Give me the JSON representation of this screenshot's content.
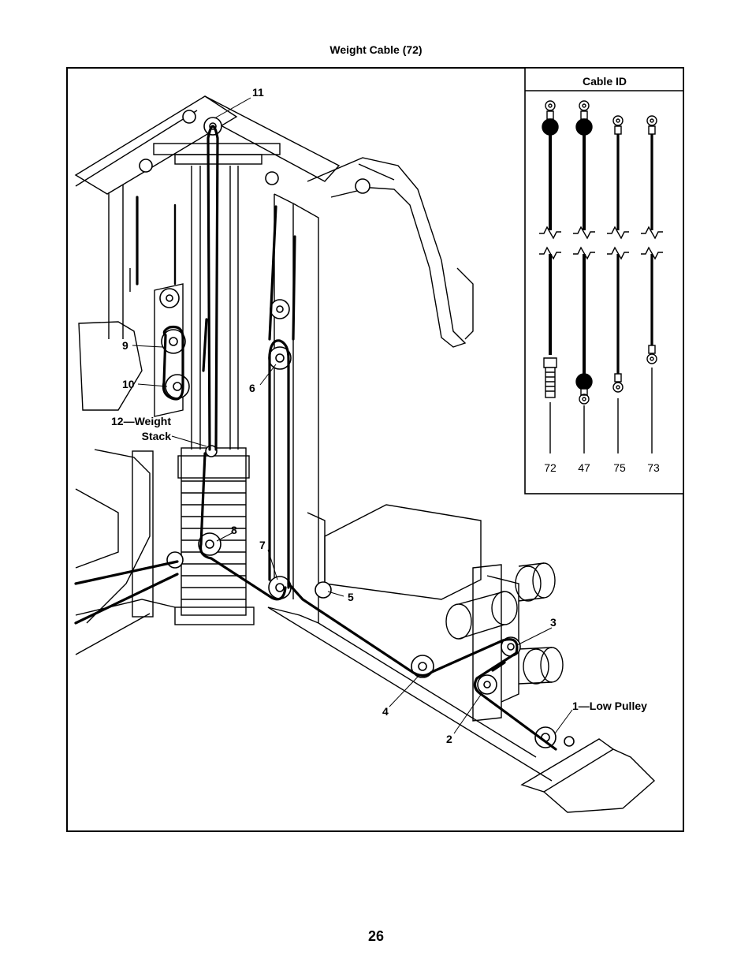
{
  "page": {
    "title": "Weight Cable (72)",
    "page_number": "26"
  },
  "cable_id": {
    "heading": "Cable ID",
    "cables": [
      {
        "id": "72"
      },
      {
        "id": "47"
      },
      {
        "id": "75"
      },
      {
        "id": "73"
      }
    ]
  },
  "callouts": {
    "c11": "11",
    "c9": "9",
    "c10": "10",
    "c12a": "12—Weight",
    "c12b": "Stack",
    "c6": "6",
    "c8": "8",
    "c7": "7",
    "c5": "5",
    "c3": "3",
    "c4": "4",
    "c2": "2",
    "c1": "1—Low Pulley"
  }
}
